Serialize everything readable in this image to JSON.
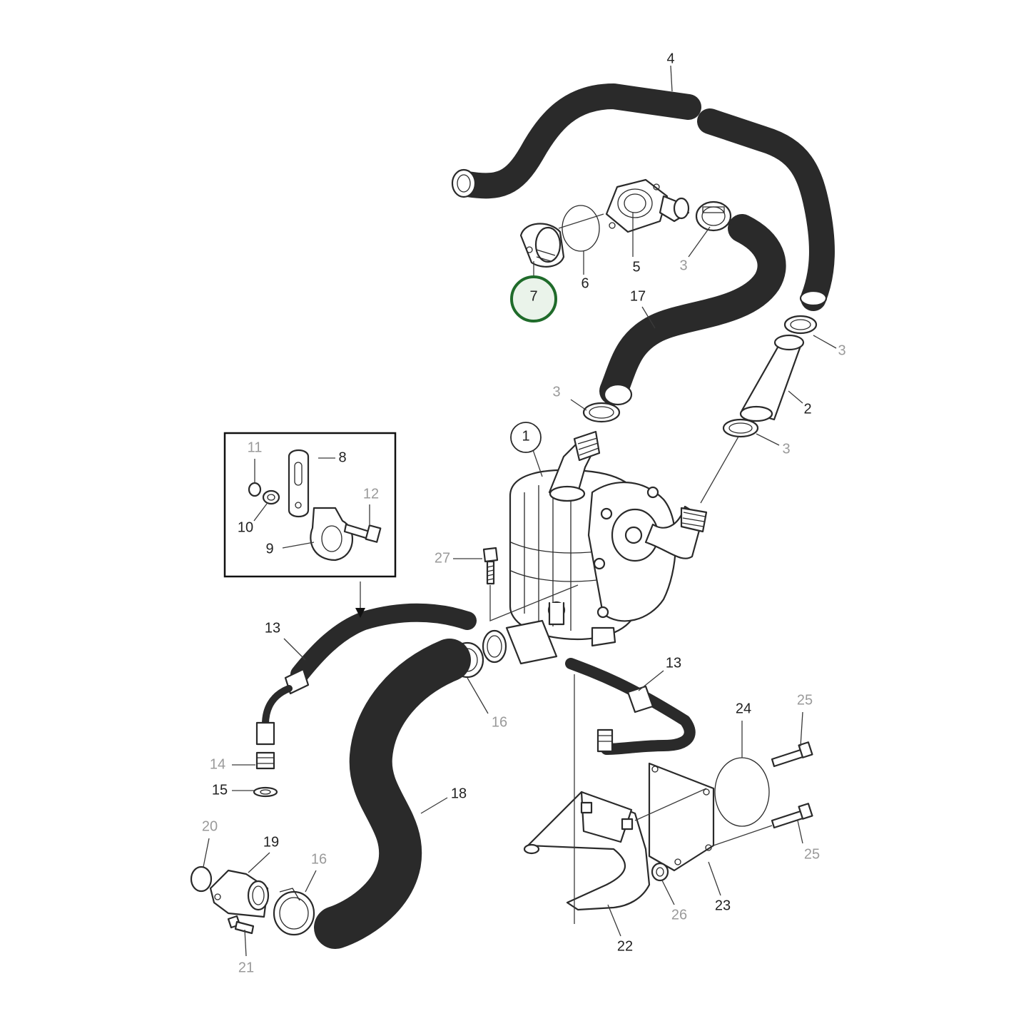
{
  "highlight": {
    "label": "7",
    "color": "#1f6b2a"
  },
  "callouts": {
    "c1": "1",
    "c2": "2",
    "c3a": "3",
    "c3b": "3",
    "c3c": "3",
    "c3d": "3",
    "c4": "4",
    "c5": "5",
    "c6": "6",
    "c8": "8",
    "c9": "9",
    "c10": "10",
    "c11": "11",
    "c12": "12",
    "c13a": "13",
    "c13b": "13",
    "c14": "14",
    "c15": "15",
    "c16a": "16",
    "c16b": "16",
    "c17": "17",
    "c18": "18",
    "c19": "19",
    "c20": "20",
    "c21": "21",
    "c22": "22",
    "c23": "23",
    "c24": "24",
    "c25a": "25",
    "c25b": "25",
    "c26": "26",
    "c27": "27"
  },
  "colors": {
    "line": "#2a2a2a",
    "label_dark": "#222222",
    "label_grey": "#9a9a9a",
    "highlight": "#1f6b2a"
  }
}
